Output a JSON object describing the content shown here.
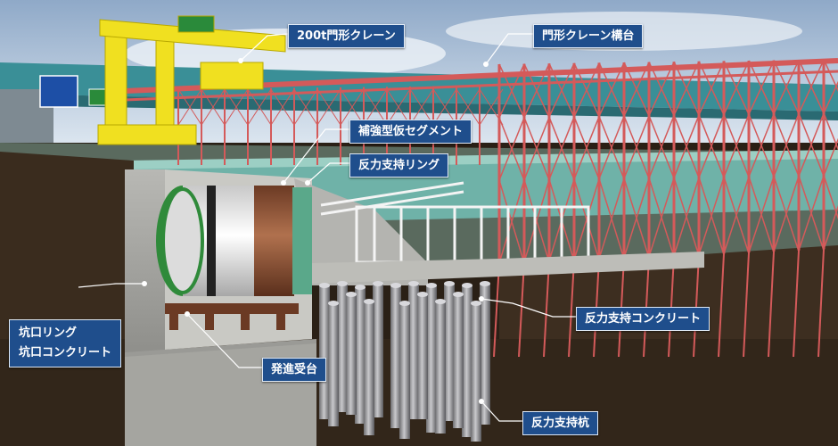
{
  "labels": {
    "crane": "200t門形クレーン",
    "crane_deck": "門形クレーン構台",
    "reinforced_segment": "補強型仮セグメント",
    "reaction_ring": "反力支持リング",
    "pit_ring_line1": "坑口リング",
    "pit_ring_line2": "坑口コンクリート",
    "launch_cradle": "発進受台",
    "reaction_concrete": "反力支持コンクリート",
    "reaction_piles": "反力支持杭"
  },
  "colors": {
    "label_bg": "#1f4e8c",
    "truss": "#d45a5a",
    "crane": "#f0e020",
    "ground": "#3a2c1e"
  }
}
